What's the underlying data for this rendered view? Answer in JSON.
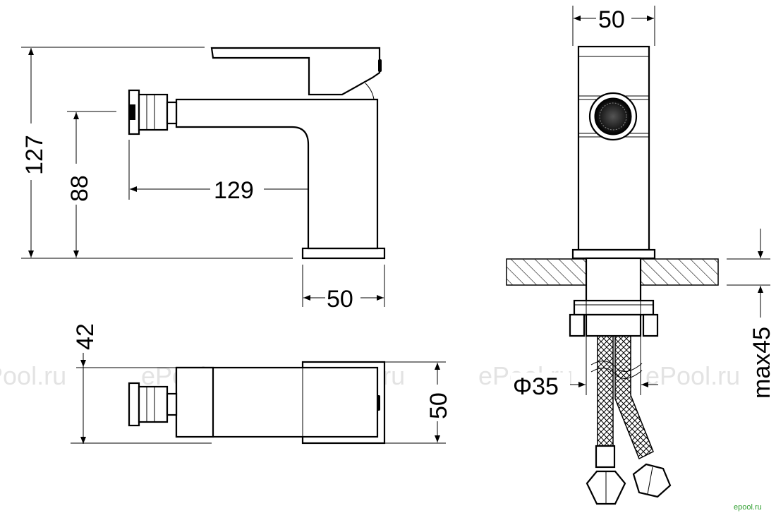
{
  "side_view": {
    "height_total": "127",
    "height_spout": "88",
    "spout_reach": "129",
    "base_width": "50"
  },
  "top_view": {
    "offset": "42",
    "depth": "50"
  },
  "front_view": {
    "width": "50",
    "hole_diameter": "Φ35",
    "counter_thickness": "max45"
  },
  "watermarks": {
    "text": "ePool.ru",
    "corner": "epool.ru"
  },
  "colors": {
    "line": "#000000",
    "watermark": "#e3e3e3",
    "corner_mark": "#2e9e2e"
  }
}
